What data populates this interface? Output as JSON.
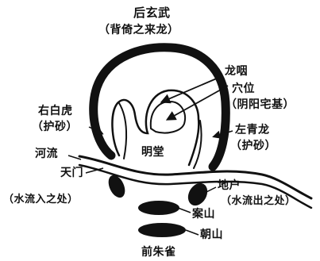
{
  "colors": {
    "ink": "#111111",
    "paper": "#ffffff"
  },
  "labels": {
    "back_mountain": "后玄武",
    "back_mountain_note": "（背倚之来龙）",
    "dragon_throat": "龙咽",
    "burial_point": "穴位",
    "burial_point_note": "（阴阳宅基）",
    "white_tiger": "右白虎",
    "white_tiger_note": "（护砂）",
    "green_dragon": "左青龙",
    "green_dragon_note": "（护砂）",
    "hall": "明堂",
    "river": "河流",
    "heaven_gate": "天门",
    "heaven_gate_note": "（水流入之处）",
    "earth_door": "地户",
    "earth_door_note": "（水流出之处）",
    "table_hill": "案山",
    "facing_hill": "朝山",
    "red_bird": "前朱雀"
  }
}
